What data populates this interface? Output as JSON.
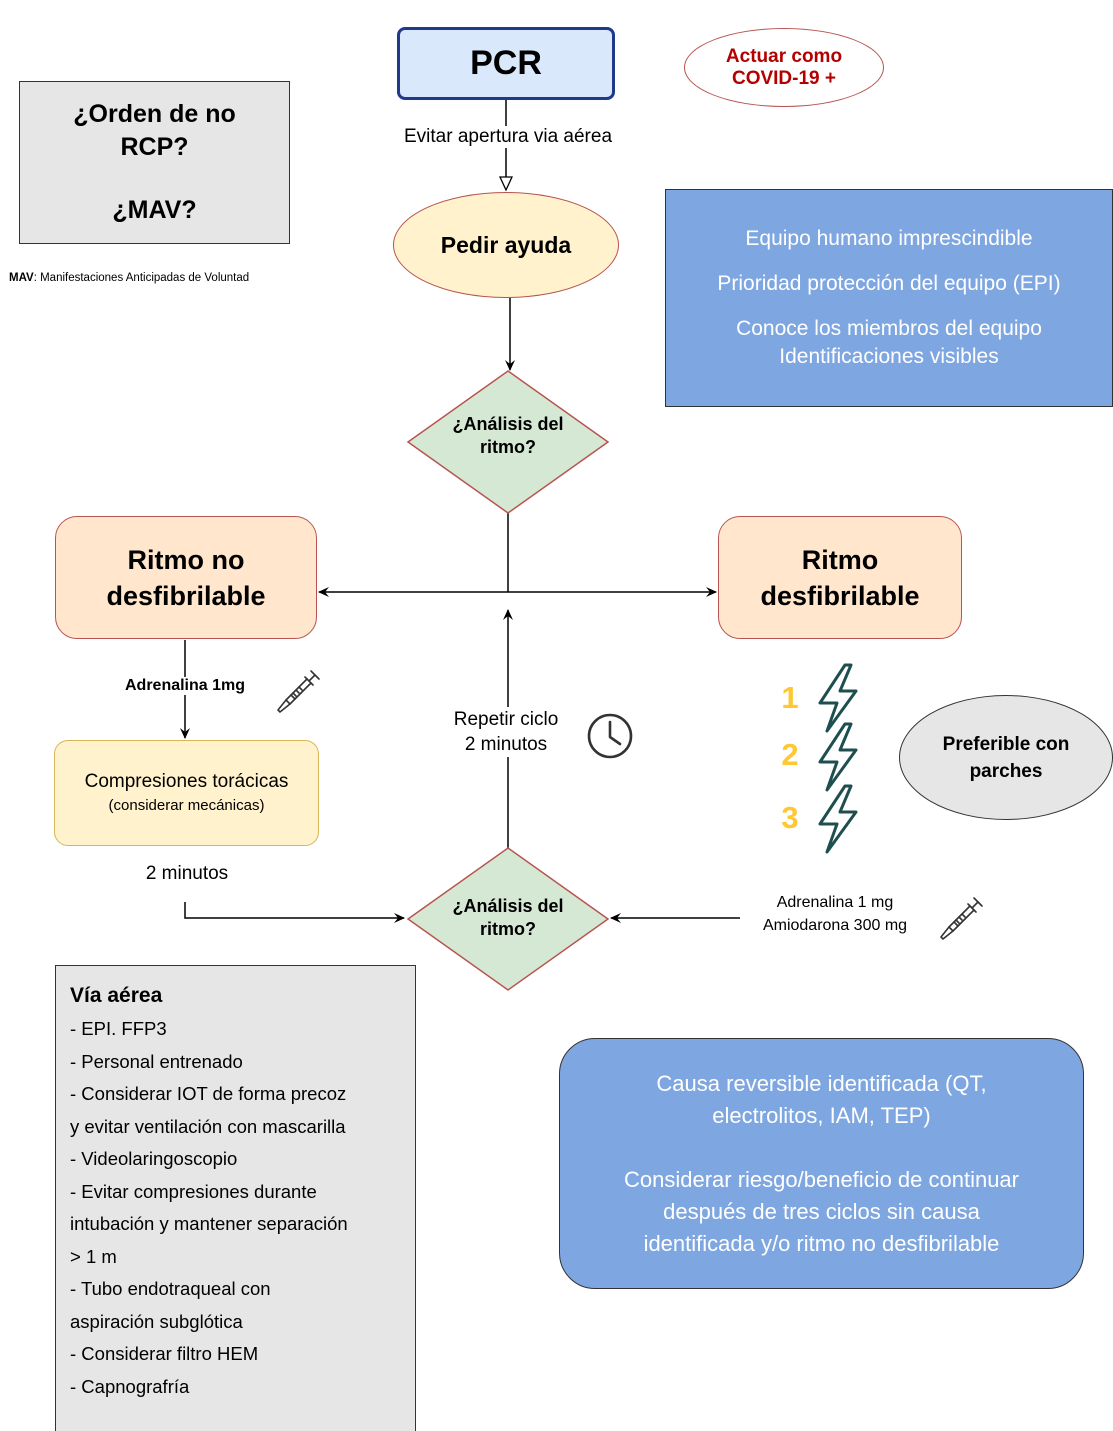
{
  "pcr": "PCR",
  "covid": [
    "Actuar como",
    "COVID-19 +"
  ],
  "orden": {
    "line1": "¿Orden de no",
    "line2": "RCP?",
    "line3": "¿MAV?"
  },
  "mav_note": {
    "abbr": "MAV",
    "text": ": Manifestaciones Anticipadas de Voluntad"
  },
  "evitar_label": "Evitar apertura via aérea",
  "pedir_ayuda": "Pedir ayuda",
  "equipo": [
    "Equipo humano imprescindible",
    "Prioridad protección del equipo (EPI)",
    "Conoce los miembros del equipo",
    "Identificaciones visibles"
  ],
  "analisis_1": [
    "¿Análisis del",
    "ritmo?"
  ],
  "analisis_2": [
    "¿Análisis del",
    "ritmo?"
  ],
  "ritmo_no": [
    "Ritmo no",
    "desfibrilable"
  ],
  "ritmo_des": [
    "Ritmo",
    "desfibrilable"
  ],
  "adrenalina_1": "Adrenalina 1mg",
  "compresiones": {
    "title": "Compresiones torácicas",
    "sub": "(considerar mecánicas)"
  },
  "dos_minutos": "2 minutos",
  "repetir": [
    "Repetir ciclo",
    "2 minutos"
  ],
  "shocks": [
    "1",
    "2",
    "3"
  ],
  "parches": [
    "Preferible con",
    "parches"
  ],
  "adrenalina_2": [
    "Adrenalina 1 mg",
    "Amiodarona 300 mg"
  ],
  "via_aerea": {
    "title": "Vía aérea",
    "items": [
      "- EPI. FFP3",
      "- Personal entrenado",
      "- Considerar IOT de forma precoz",
      "y evitar ventilación con mascarilla",
      "- Videolaringoscopio",
      "- Evitar compresiones durante",
      "intubación y mantener separación",
      "> 1 m",
      "- Tubo endotraqueal con",
      "aspiración subglótica",
      "- Considerar filtro HEM",
      "- Capnografría"
    ]
  },
  "causa": {
    "p1": [
      "Causa reversible identificada (QT,",
      "electrolitos, IAM, TEP)"
    ],
    "p2": [
      "Considerar riesgo/beneficio de continuar",
      "después de tres ciclos sin causa",
      "identificada y/o ritmo no desfibrilable"
    ]
  },
  "colors": {
    "blue_box": "#7ea6e0",
    "pcr_fill": "#dae8fc",
    "pcr_border": "#1f3a8a",
    "yellow_fill": "#fff2cc",
    "orange_fill": "#ffe6cc",
    "green_fill": "#d5e8d4",
    "red_border": "#b85450",
    "grey_fill": "#e6e6e6",
    "covid_text": "#b40000",
    "shock_number": "#ffc832",
    "lightning": "#1f4e4e"
  },
  "icons": [
    "syringe-icon",
    "clock-icon",
    "lightning-icon"
  ]
}
